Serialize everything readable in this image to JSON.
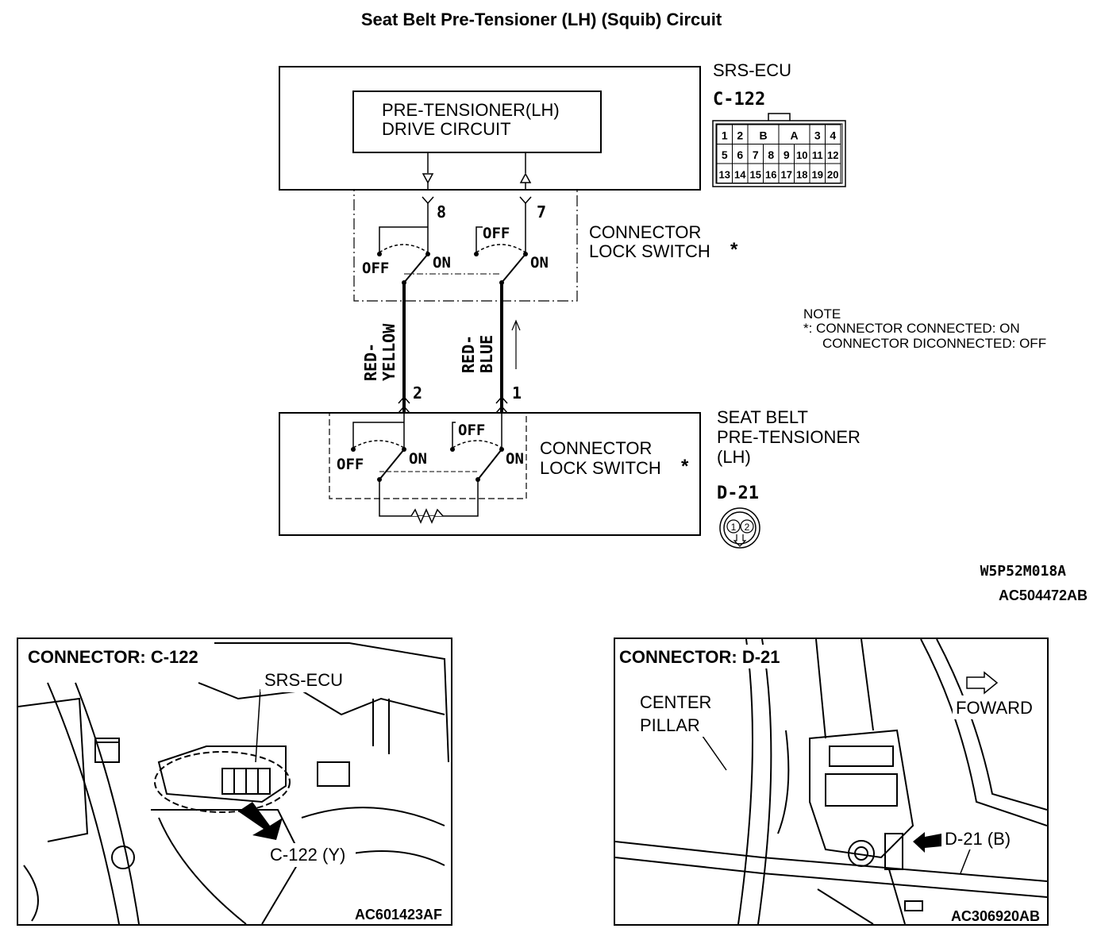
{
  "title": "Seat Belt Pre-Tensioner (LH) (Squib) Circuit",
  "ecu": {
    "name": "SRS-ECU",
    "connector": "C-122",
    "drive_circuit_line1": "PRE-TENSIONER(LH)",
    "drive_circuit_line2": "DRIVE CIRCUIT",
    "pin_a": "8",
    "pin_b": "7",
    "connector_pins": [
      "1",
      "2",
      "B",
      "A",
      "3",
      "4",
      "5",
      "6",
      "7",
      "8",
      "9",
      "10",
      "11",
      "12",
      "13",
      "14",
      "15",
      "16",
      "17",
      "18",
      "19",
      "20"
    ]
  },
  "ecu_lock_switch": {
    "line1": "CONNECTOR",
    "line2": "LOCK SWITCH",
    "asterisk": "*",
    "off_left": "OFF",
    "on_left": "ON",
    "off_right": "OFF",
    "on_right": "ON"
  },
  "wires": {
    "left_color_1": "RED-",
    "left_color_2": "YELLOW",
    "right_color_1": "RED-",
    "right_color_2": "BLUE"
  },
  "note": {
    "heading": "NOTE",
    "line1": "*: CONNECTOR CONNECTED: ON",
    "line2": "CONNECTOR DICONNECTED: OFF"
  },
  "pretensioner": {
    "line1": "SEAT BELT",
    "line2": "PRE-TENSIONER",
    "line3": "(LH)",
    "connector": "D-21",
    "pin_a": "2",
    "pin_b": "1",
    "connector_pins": [
      "1",
      "2"
    ]
  },
  "pt_lock_switch": {
    "line1": "CONNECTOR",
    "line2": "LOCK SWITCH",
    "asterisk": "*",
    "off_left": "OFF",
    "on_left": "ON",
    "off_right": "OFF",
    "on_right": "ON"
  },
  "figure_codes": {
    "code1": "W5P52M018A",
    "code2": "AC504472AB"
  },
  "panel_left": {
    "title": "CONNECTOR: C-122",
    "label_ecu": "SRS-ECU",
    "label_connector": "C-122 (Y)",
    "code": "AC601423AF"
  },
  "panel_right": {
    "title": "CONNECTOR: D-21",
    "label_pillar_1": "CENTER",
    "label_pillar_2": "PILLAR",
    "label_forward": "FOWARD",
    "label_connector": "D-21 (B)",
    "code": "AC306920AB"
  }
}
